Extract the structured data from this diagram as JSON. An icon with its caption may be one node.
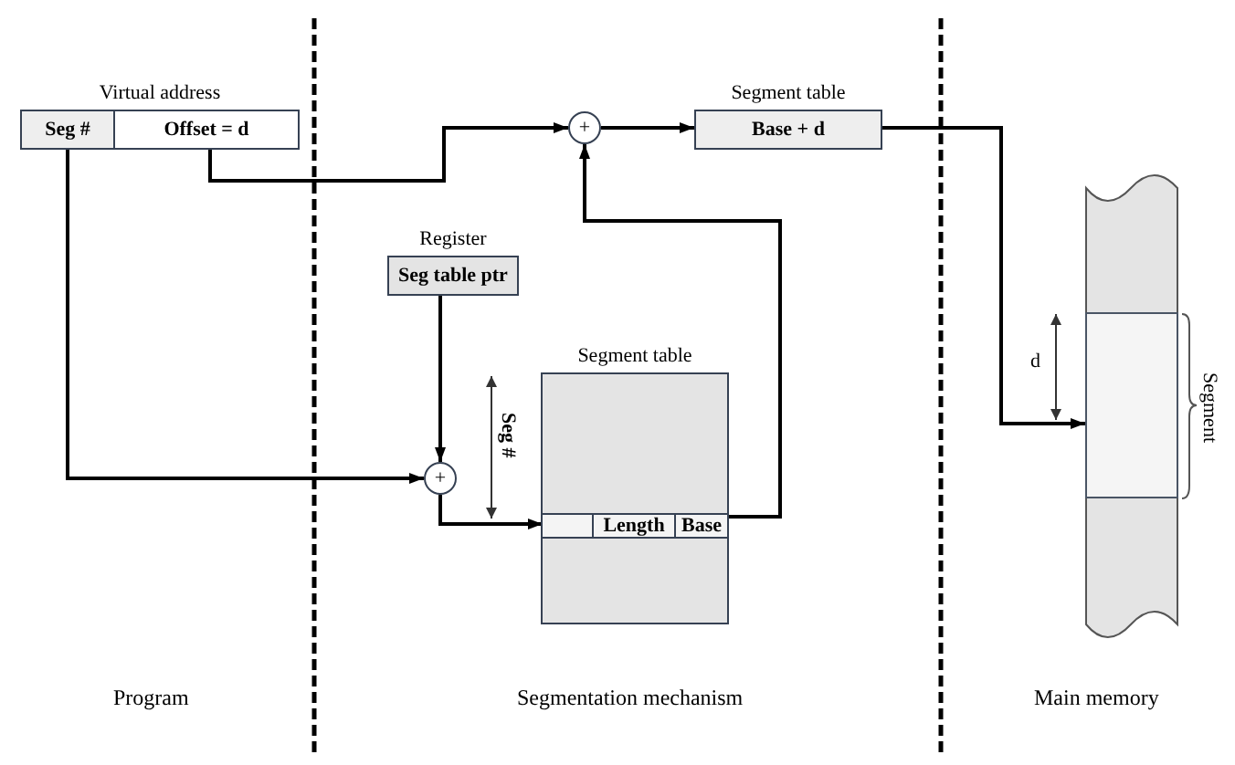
{
  "diagram": {
    "nodes": [
      {
        "text": [
          "Virtual address"
        ]
      },
      {
        "text": [
          "Seg #"
        ],
        "in": 0
      },
      {
        "text": [
          "Offset = d"
        ],
        "in": 0
      },
      {
        "text": [
          "+"
        ]
      },
      {
        "text": [
          "Segment table",
          "Base + d"
        ]
      },
      {
        "text": [
          "Register",
          "Seg table ptr"
        ]
      },
      {
        "text": [
          "+"
        ]
      },
      {
        "text": [
          "Segment table"
        ]
      },
      {
        "text": [],
        "shape": "box",
        "in": 7
      },
      {
        "text": [
          "Length"
        ],
        "in": 7
      },
      {
        "text": [
          "Base"
        ],
        "in": 7
      },
      {
        "text": [],
        "shape": "bar"
      },
      {
        "text": [],
        "shape": "box",
        "in": 11,
        "beside": [
          "Segment"
        ]
      }
    ],
    "edges": [
      {
        "from": 2,
        "to": 3,
        "arrow": "to"
      },
      {
        "from": 1,
        "to": 6,
        "arrow": "to"
      },
      {
        "from": 5,
        "to": 6,
        "arrow": "to"
      },
      {
        "from": 6,
        "to": 8,
        "arrow": "to"
      },
      {
        "from": 10,
        "to": 3,
        "arrow": "to"
      },
      {
        "from": 3,
        "to": 4,
        "arrow": "to"
      },
      {
        "from": 4,
        "to": 12,
        "arrow": "to"
      }
    ],
    "labels": [
      "Seg #",
      "d",
      "Program",
      "Segmentation mechanism",
      "Main memory"
    ]
  }
}
